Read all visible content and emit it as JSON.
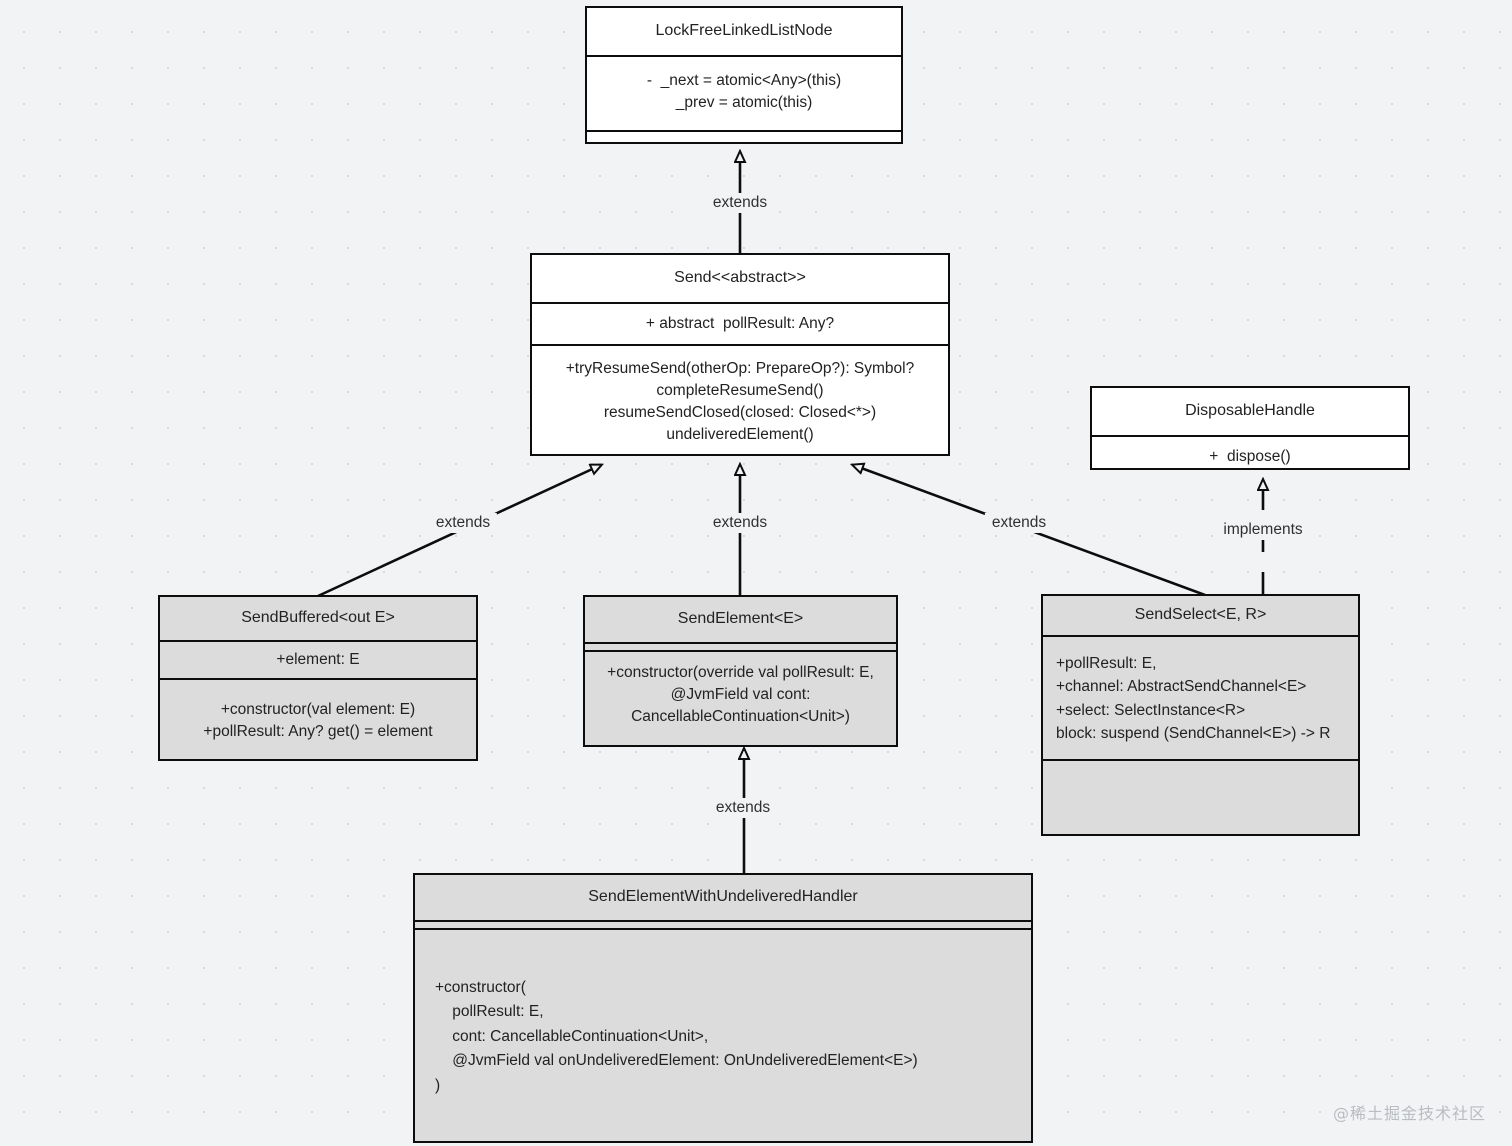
{
  "diagram": {
    "title": "Kotlin Coroutines Channel Send class hierarchy",
    "background_color": "#f2f3f5",
    "box_fill_white": "#ffffff",
    "box_fill_shaded": "#dcdcdc",
    "border_color": "#0d0d0d"
  },
  "classes": {
    "lockfree": {
      "name": "LockFreeLinkedListNode",
      "attributes": "-  _next = atomic<Any>(this)\n_prev = atomic(this)",
      "methods": ""
    },
    "send": {
      "name": "Send<<abstract>>",
      "attributes": "+ abstract  pollResult: Any?",
      "methods": "+tryResumeSend(otherOp: PrepareOp?): Symbol?\ncompleteResumeSend()\nresumeSendClosed(closed: Closed<*>)\nundeliveredElement()"
    },
    "disposable": {
      "name": "DisposableHandle",
      "methods": "+  dispose()"
    },
    "sendbuffered": {
      "name": "SendBuffered<out E>",
      "attributes": "+element: E",
      "methods": "+constructor(val element: E)\n+pollResult: Any? get() = element"
    },
    "sendelement": {
      "name": "SendElement<E>",
      "attributes": "",
      "methods": "+constructor(override val pollResult: E,\n@JvmField val cont:\nCancellableContinuation<Unit>)"
    },
    "sendselect": {
      "name": "SendSelect<E, R>",
      "attributes": "+pollResult: E,\n+channel: AbstractSendChannel<E>\n+select: SelectInstance<R>\nblock: suspend (SendChannel<E>) -> R",
      "methods": ""
    },
    "sendelementhandler": {
      "name": "SendElementWithUndeliveredHandler",
      "attributes": "",
      "methods": "+constructor(\n    pollResult: E,\n    cont: CancellableContinuation<Unit>,\n    @JvmField val onUndeliveredElement: OnUndeliveredElement<E>)\n)"
    }
  },
  "relations": {
    "send_to_lockfree": "extends",
    "sendbuffered_to_send": "extends",
    "sendelement_to_send": "extends",
    "sendselect_to_send": "extends",
    "sendselect_to_disposable": "implements",
    "handler_to_sendelement": "extends"
  },
  "watermark": "@稀土掘金技术社区"
}
